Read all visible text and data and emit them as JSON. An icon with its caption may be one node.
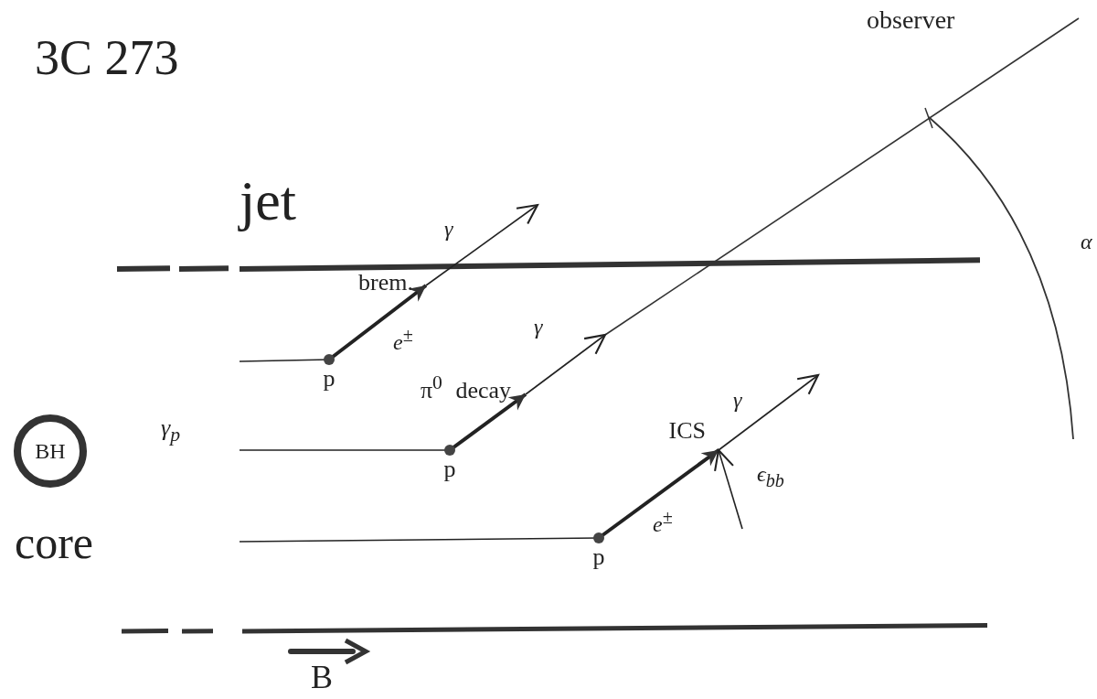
{
  "diagram": {
    "nodes": [
      {
        "text": [
          "BH"
        ],
        "beside": [
          "core"
        ]
      },
      {
        "text": [
          "p"
        ]
      },
      {
        "text": [
          "brem."
        ]
      },
      {
        "text": [
          "p"
        ]
      },
      {
        "text": [
          "π$^{0}$ decay"
        ]
      },
      {
        "text": [
          "p"
        ]
      },
      {
        "text": [
          "ICS"
        ]
      }
    ],
    "edges": [
      {
        "from": null,
        "to": 1,
        "arrow": "none"
      },
      {
        "from": 1,
        "to": 2,
        "arrow": "to",
        "style": "thick",
        "label": "*e*$^{±}$"
      },
      {
        "from": 2,
        "to": null,
        "arrow": "to",
        "label": "γ"
      },
      {
        "from": null,
        "to": 3,
        "arrow": "none"
      },
      {
        "from": 3,
        "to": 4,
        "arrow": "to",
        "style": "thick"
      },
      {
        "from": 4,
        "to": null,
        "arrow": "to",
        "label": "γ"
      },
      {
        "from": null,
        "to": 5,
        "arrow": "none"
      },
      {
        "from": 5,
        "to": 6,
        "arrow": "to",
        "style": "thick",
        "label": "*e*$^{±}$"
      },
      {
        "from": 6,
        "to": null,
        "arrow": "to",
        "label": "γ"
      },
      {
        "from": null,
        "to": 6,
        "arrow": "to",
        "label": "ϵ$_{bb}$"
      }
    ],
    "labels": [
      "3C 273",
      "observer",
      "jet",
      "α",
      "γ$_{p}$",
      "B"
    ]
  }
}
